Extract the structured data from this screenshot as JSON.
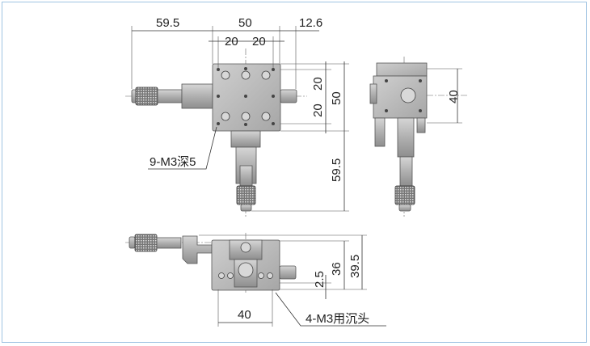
{
  "dimensions": {
    "top_left_width": "59.5",
    "top_body_width": "50",
    "top_knob_width": "12.6",
    "top_pitch_left": "20",
    "top_pitch_right": "20",
    "right_pitch_upper": "20",
    "right_pitch_lower": "20",
    "right_body_height": "50",
    "right_micrometer_length": "59.5",
    "side_height": "40",
    "front_offset": "2.5",
    "front_height_36": "36",
    "front_height_39_5": "39.5",
    "front_mount_pitch": "40"
  },
  "callouts": {
    "top_holes": "9-M3深5",
    "mount_holes": "4-M3用沉头"
  },
  "colors": {
    "frame": "#9fc3e2",
    "body": "#b4b4b4"
  }
}
